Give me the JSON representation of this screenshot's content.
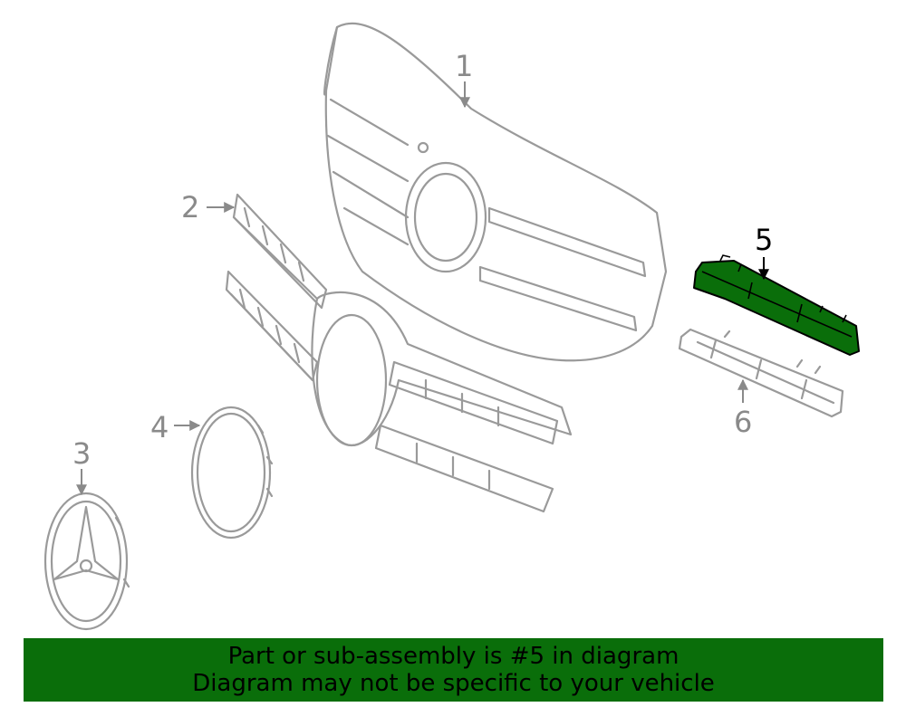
{
  "callouts": {
    "c1": "1",
    "c2": "2",
    "c3": "3",
    "c4": "4",
    "c5": "5",
    "c6": "6"
  },
  "highlighted_part": "5",
  "highlight_color": "#0a6e0a",
  "banner": {
    "line1": "Part or sub-assembly is #5 in diagram",
    "line2": "Diagram may not be specific to your vehicle",
    "background": "#0a6e0a"
  }
}
